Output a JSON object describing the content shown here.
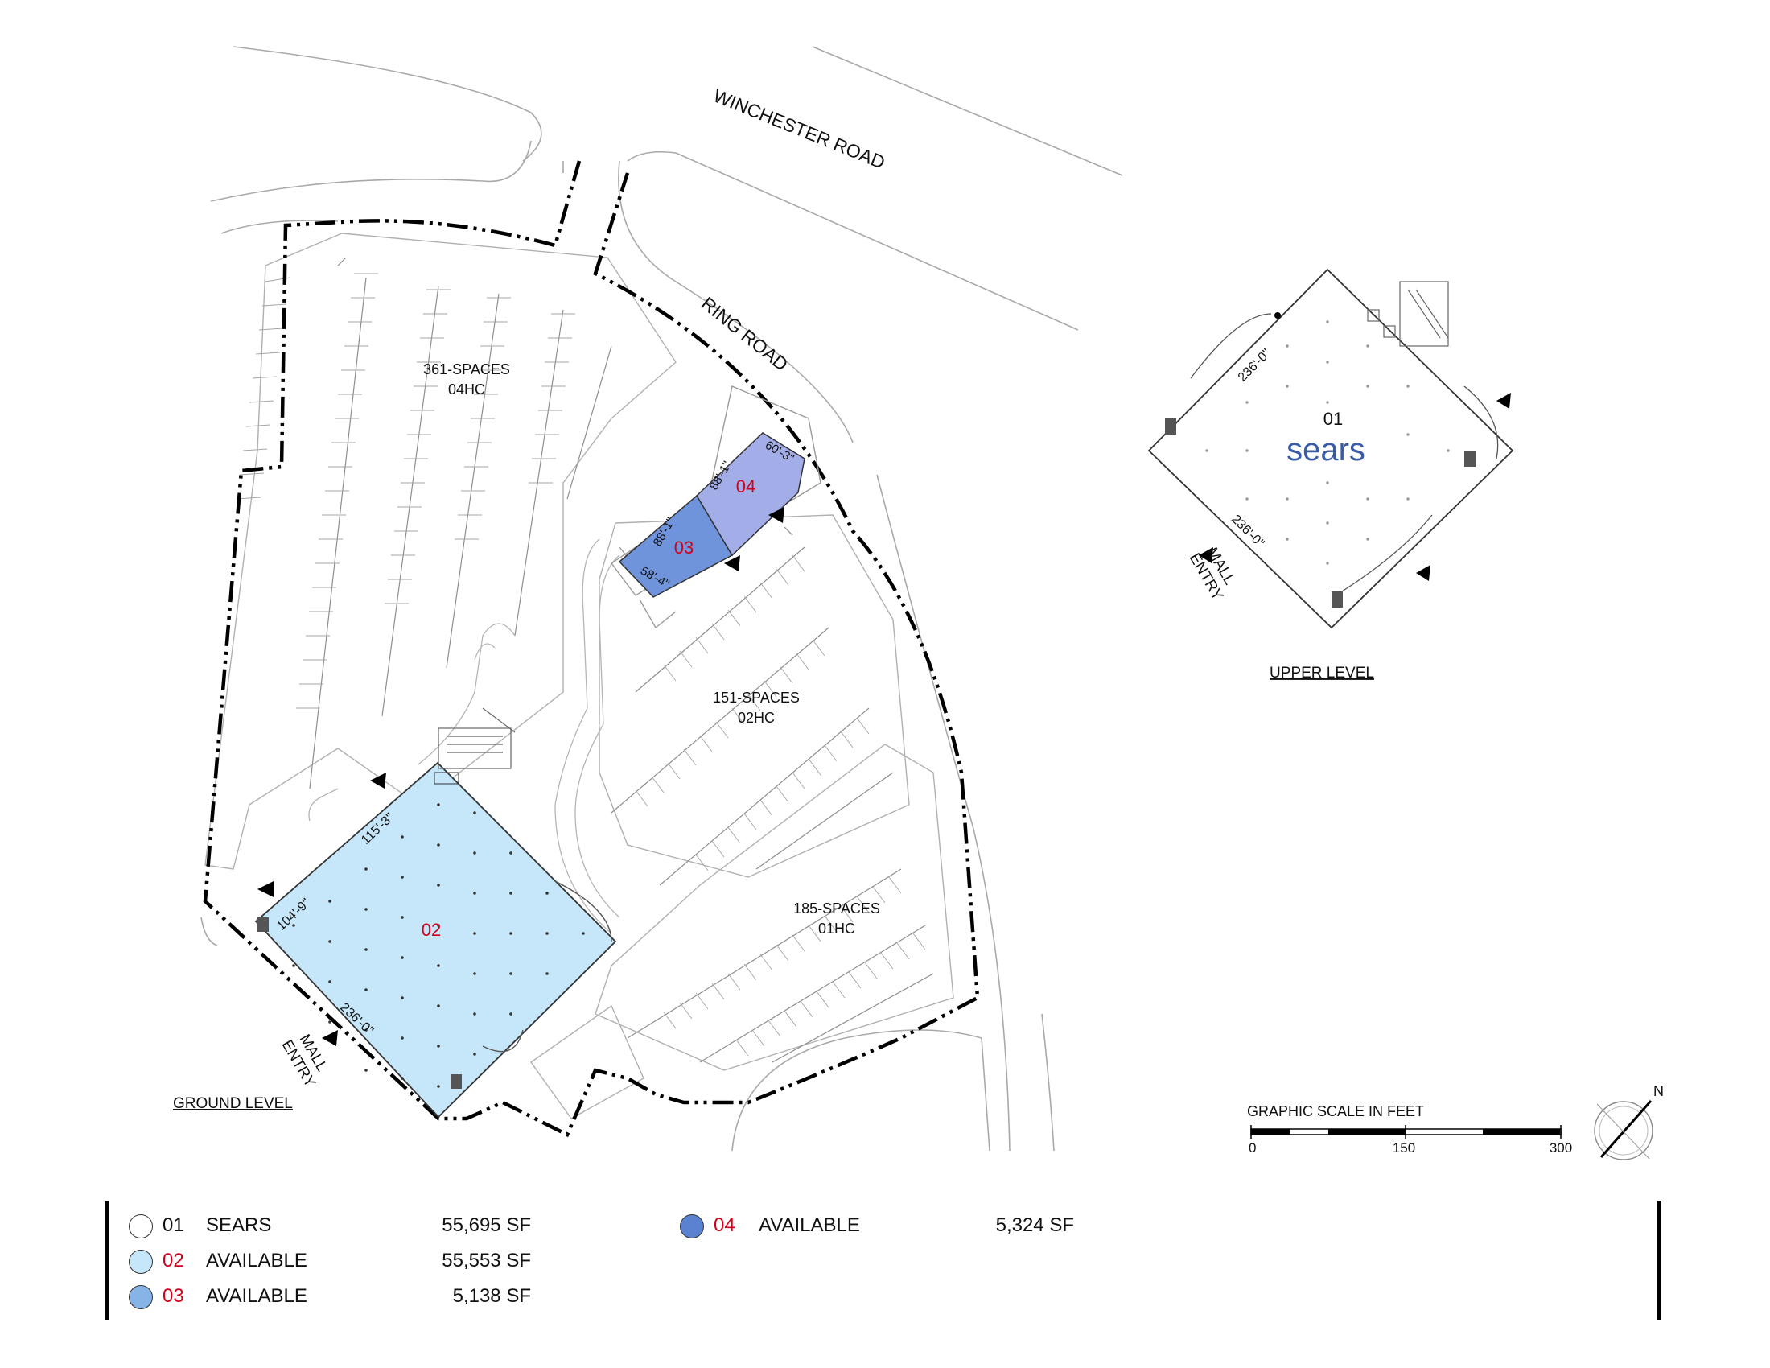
{
  "roads": {
    "winchester": "WINCHESTER ROAD",
    "ring": "RING ROAD"
  },
  "parking": [
    {
      "count": "361-SPACES",
      "hc": "04HC"
    },
    {
      "count": "151-SPACES",
      "hc": "02HC"
    },
    {
      "count": "185-SPACES",
      "hc": "01HC"
    }
  ],
  "ground": {
    "level_label": "GROUND LEVEL",
    "entry_line1": "MALL",
    "entry_line2": "ENTRY",
    "unit_02": {
      "number": "02",
      "dim_top": "115'-3\"",
      "dim_left": "104'-9\"",
      "dim_bottom": "236'-0\""
    },
    "unit_03": {
      "number": "03",
      "dim_side": "88'-1\"",
      "dim_bottom": "58'-4\""
    },
    "unit_04": {
      "number": "04",
      "dim_side": "88'-1\"",
      "dim_top": "60'-3\""
    }
  },
  "upper": {
    "level_label": "UPPER LEVEL",
    "number": "01",
    "brand": "sears",
    "dim_top": "236'-0\"",
    "dim_bottom": "236'-0\"",
    "entry_line1": "MALL",
    "entry_line2": "ENTRY"
  },
  "scale": {
    "title": "GRAPHIC SCALE IN FEET",
    "ticks": [
      "0",
      "150",
      "300"
    ]
  },
  "north": "N",
  "legend": [
    {
      "number": "01",
      "name": "SEARS",
      "area": "55,695 SF",
      "color": "#ffffff"
    },
    {
      "number": "02",
      "name": "AVAILABLE",
      "area": "55,553 SF",
      "color": "#c6e6f9"
    },
    {
      "number": "03",
      "name": "AVAILABLE",
      "area": "5,138 SF",
      "color": "#86b4e6"
    },
    {
      "number": "04",
      "name": "AVAILABLE",
      "area": "5,324 SF",
      "color": "#5b82d0"
    }
  ],
  "colors": {
    "unit_02": "#c6e6f9",
    "unit_03": "#6f94db",
    "unit_04": "#a3aee8",
    "label_red": "#d0021b"
  }
}
